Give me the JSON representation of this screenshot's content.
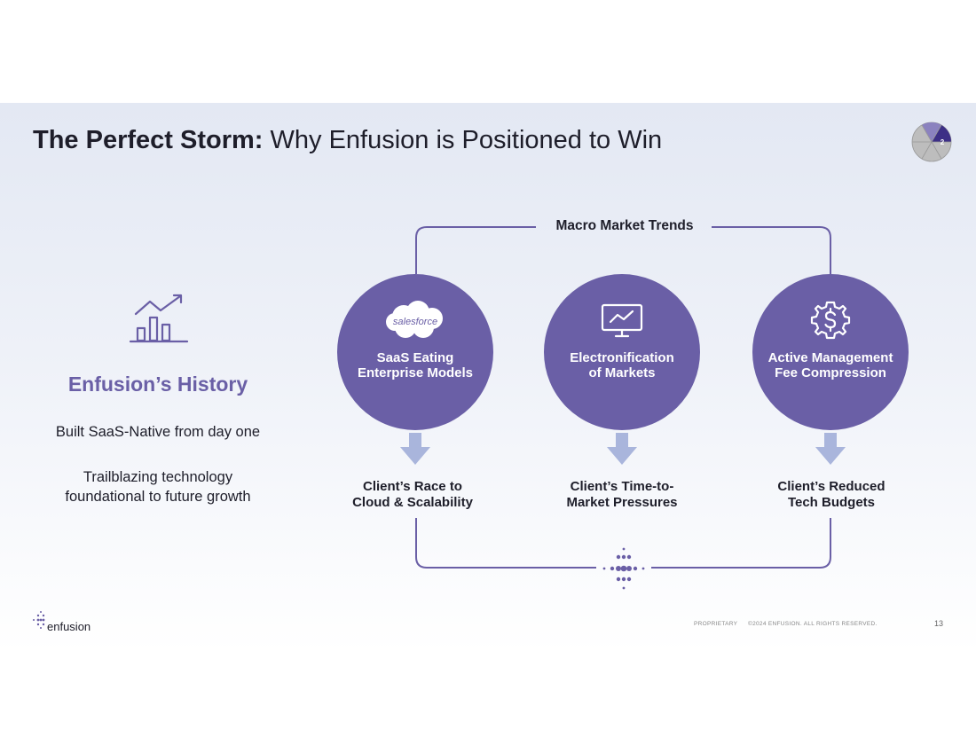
{
  "title": {
    "bold": "The Perfect Storm:",
    "rest": " Why Enfusion is Positioned to Win"
  },
  "section_badge": "2",
  "history": {
    "title": "Enfusion’s History",
    "line1": "Built SaaS-Native from day one",
    "line2a": "Trailblazing technology",
    "line2b": "foundational to future growth"
  },
  "macro_label": "Macro Market Trends",
  "trends": [
    {
      "icon": "salesforce-cloud-icon",
      "icon_text": "salesforce",
      "line1": "SaaS Eating",
      "line2": "Enterprise Models",
      "sub1": "Client’s Race to",
      "sub2": "Cloud & Scalability"
    },
    {
      "icon": "monitor-chart-icon",
      "line1": "Electronification",
      "line2": "of Markets",
      "sub1": "Client’s Time-to-",
      "sub2": "Market Pressures"
    },
    {
      "icon": "dollar-gear-icon",
      "line1": "Active Management",
      "line2": "Fee Compression",
      "sub1": "Client’s Reduced",
      "sub2": "Tech Budgets"
    }
  ],
  "footer": {
    "logo_text": "enfusion",
    "proprietary": "PROPRIETARY",
    "copyright": "©2024 ENFUSION. ALL RIGHTS RESERVED.",
    "page": "13"
  },
  "colors": {
    "accent": "#6a5fa6",
    "arrow": "#a9b5dc",
    "title": "#1e1e2a"
  }
}
